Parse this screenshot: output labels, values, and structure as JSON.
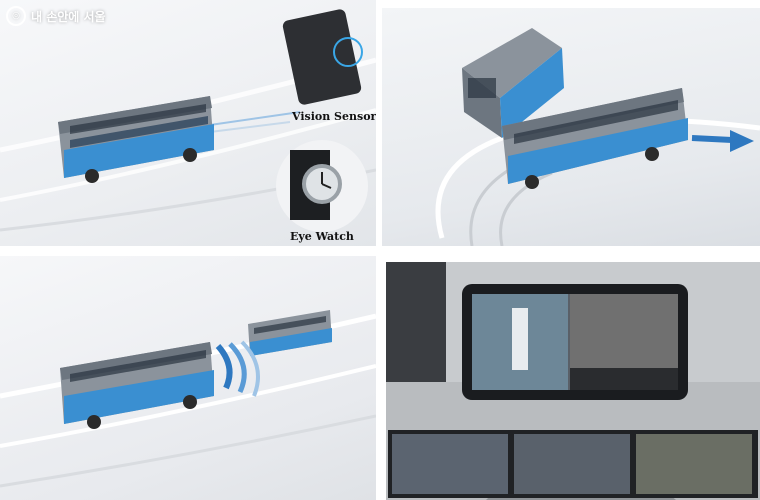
{
  "watermark": {
    "text": "내 손안에 서울",
    "mark_icon": "seoul-logo-icon"
  },
  "captions": {
    "vision_sensor": "Vision Sensor",
    "eye_watch": "Eye Watch"
  },
  "colors": {
    "bus_blue": "#3a8fd1",
    "bus_body": "#8b939c",
    "arrow_blue": "#2e78c0"
  }
}
